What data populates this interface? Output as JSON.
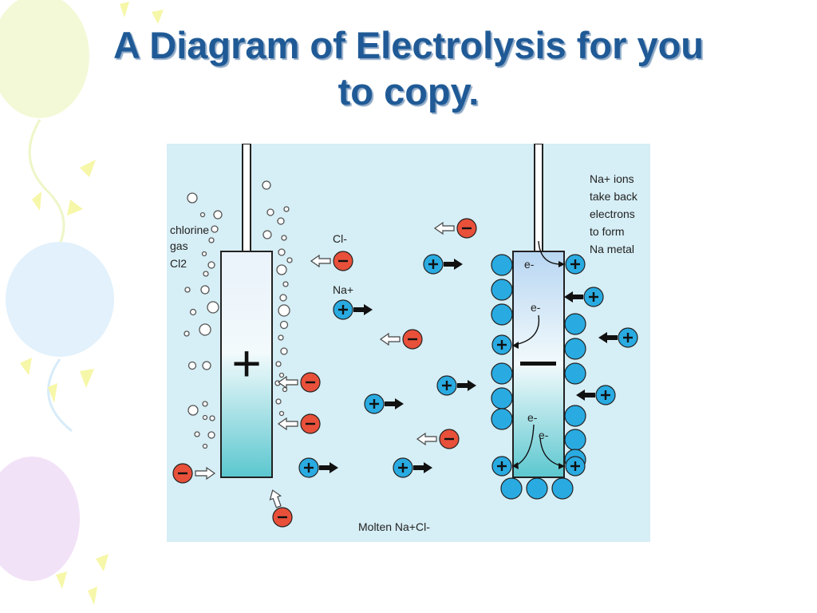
{
  "slide": {
    "title_line1": "A Diagram of Electrolysis for you",
    "title_line2": "to copy."
  },
  "diagram": {
    "labels": {
      "chlorine_gas": [
        "chlorine",
        "gas",
        "Cl2"
      ],
      "cl_ion": "Cl-",
      "na_ion": "Na+",
      "na_ions_note": [
        "Na+ ions",
        "take back",
        "electrons",
        "to form",
        "Na metal"
      ],
      "electron": "e-",
      "anode_sign": "+",
      "cathode_sign": "−",
      "molten": "Molten Na+Cl-"
    },
    "colors": {
      "background": "#d6eef5",
      "na_ion": "#29abe2",
      "cl_ion": "#e8503a",
      "title": "#1f5a96"
    }
  }
}
